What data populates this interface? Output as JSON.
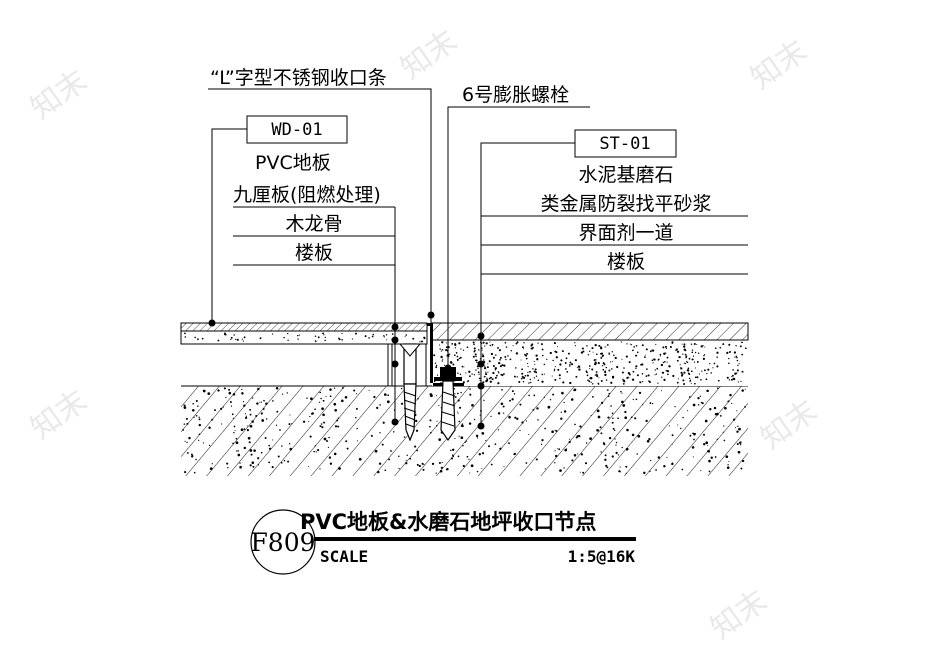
{
  "watermark": "知末",
  "left_callout": {
    "code": "WD-01",
    "layers": [
      "PVC地板",
      "九厘板(阻燃处理)",
      "木龙骨",
      "楼板"
    ]
  },
  "top_callouts": {
    "trim": "“L”字型不锈钢收口条",
    "bolt": "6号膨胀螺栓"
  },
  "right_callout": {
    "code": "ST-01",
    "layers": [
      "水泥基磨石",
      "类金属防裂找平砂浆",
      "界面剂一道",
      "楼板"
    ]
  },
  "title_block": {
    "node_number": "F809",
    "title": "PVC地板&水磨石地坪收口节点",
    "scale_label": "SCALE",
    "scale_value": "1:5@16K"
  }
}
